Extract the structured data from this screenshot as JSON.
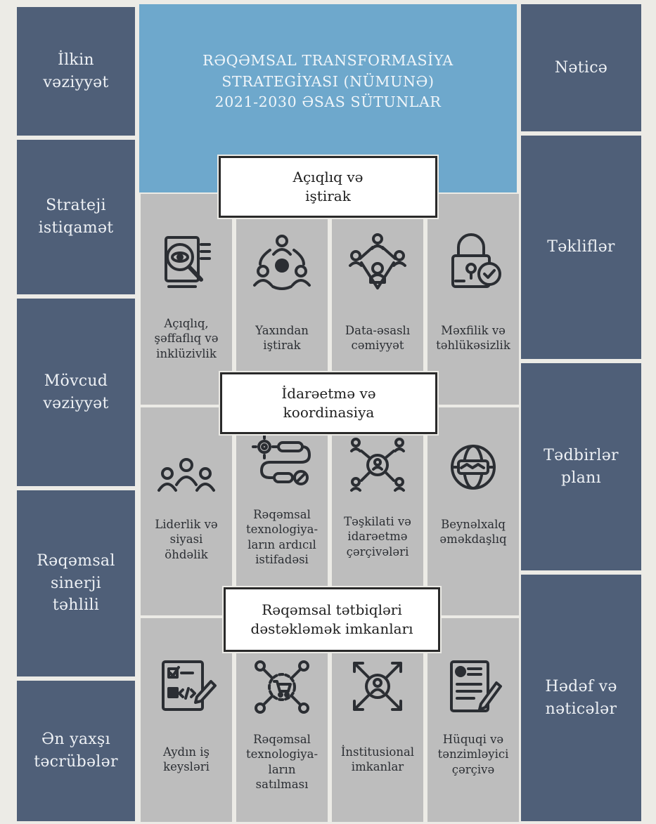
{
  "left_column": {
    "items": [
      {
        "label": "İlkin\nvəziyyət"
      },
      {
        "label": "Strateji\nistiqamət"
      },
      {
        "label": "Mövcud\nvəziyyət"
      },
      {
        "label": "Rəqəmsal\nsinerji\ntəhlili"
      },
      {
        "label": "Ən yaxşı\ntəcrübələr"
      }
    ]
  },
  "right_column": {
    "items": [
      {
        "label": "Nəticə"
      },
      {
        "label": "Təkliflər"
      },
      {
        "label": "Tədbirlər\nplanı"
      },
      {
        "label": "Hədəf və\nnəticələr"
      }
    ]
  },
  "header": {
    "title": "RƏQƏMSAL TRANSFORMASİYA\nSTRATEGİYASI (NÜMUNƏ)\n2021-2030 ƏSAS SÜTUNLAR"
  },
  "sections": [
    {
      "title": "Açıqlıq və\niştirak",
      "items": [
        {
          "label": "Açıqlıq,\nşəffaflıq və\ninklüzivlik",
          "icon": "document-eye-magnifier-icon"
        },
        {
          "label": "Yaxından\niştirak",
          "icon": "people-circle-icon"
        },
        {
          "label": "Data-əsaslı\ncəmiyyət",
          "icon": "connected-people-icon"
        },
        {
          "label": "Məxfilik və\ntəhlükəsizlik",
          "icon": "padlock-shield-icon"
        }
      ]
    },
    {
      "title": "İdarəetmə və\nkoordinasiya",
      "items": [
        {
          "label": "Liderlik və\nsiyasi\nöhdəlik",
          "icon": "team-icon"
        },
        {
          "label": "Rəqəmsal\ntexnologiya-\nların ardıcıl\nistifadəsi",
          "icon": "gear-flow-icon"
        },
        {
          "label": "Təşkilati və\nidarəetmə\nçərçivələri",
          "icon": "org-network-icon"
        },
        {
          "label": "Beynəlxalq\nəməkdaşlıq",
          "icon": "globe-handshake-icon"
        }
      ]
    },
    {
      "title": "Rəqəmsal tətbiqləri\ndəstəkləmək imkanları",
      "items": [
        {
          "label": "Aydın iş\nkeysləri",
          "icon": "checklist-code-pen-icon"
        },
        {
          "label": "Rəqəmsal\ntexnologiya-\nların\nsatılması",
          "icon": "cart-network-icon"
        },
        {
          "label": "İnstitusional\nimkanlar",
          "icon": "person-arrows-icon"
        },
        {
          "label": "Hüquqi və\ntənzimləyici\nçərçivə",
          "icon": "certificate-pen-icon"
        }
      ]
    }
  ]
}
